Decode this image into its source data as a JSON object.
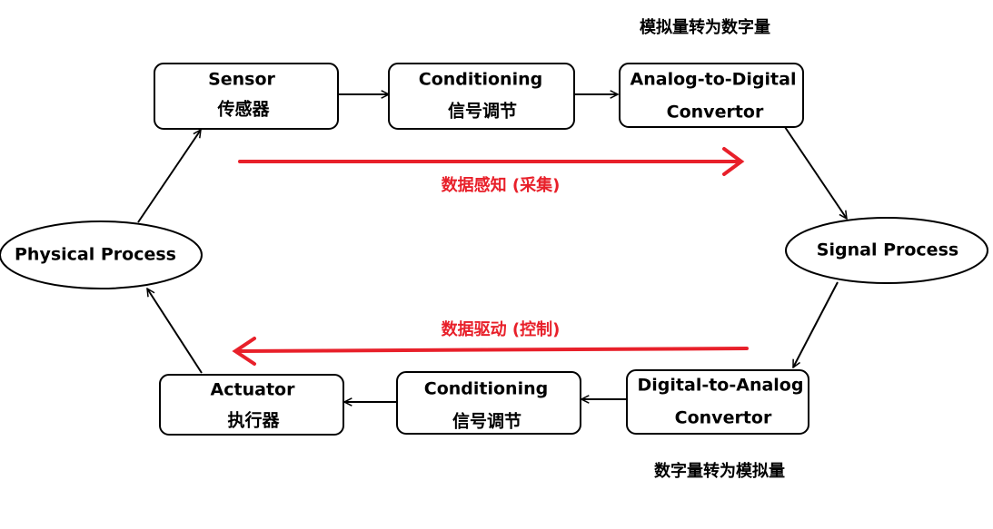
{
  "colors": {
    "stroke": "#000000",
    "accent": "#e8202a",
    "background": "#ffffff"
  },
  "nodes": {
    "sensor": {
      "en": "Sensor",
      "zh": "传感器"
    },
    "conditioning1": {
      "en": "Conditioning",
      "zh": "信号调节"
    },
    "adc": {
      "line1": "Analog-to-Digital",
      "line2": "Convertor"
    },
    "signal": {
      "label": "Signal Process"
    },
    "dac": {
      "line1": "Digital-to-Analog",
      "line2": "Convertor"
    },
    "conditioning2": {
      "en": "Conditioning",
      "zh": "信号调节"
    },
    "actuator": {
      "en": "Actuator",
      "zh": "执行器"
    },
    "physical": {
      "label": "Physical Process"
    }
  },
  "notes": {
    "adc_note": "模拟量转为数字量",
    "dac_note": "数字量转为模拟量"
  },
  "flows": {
    "sensing": "数据感知 (采集)",
    "driving": "数据驱动 (控制)"
  }
}
